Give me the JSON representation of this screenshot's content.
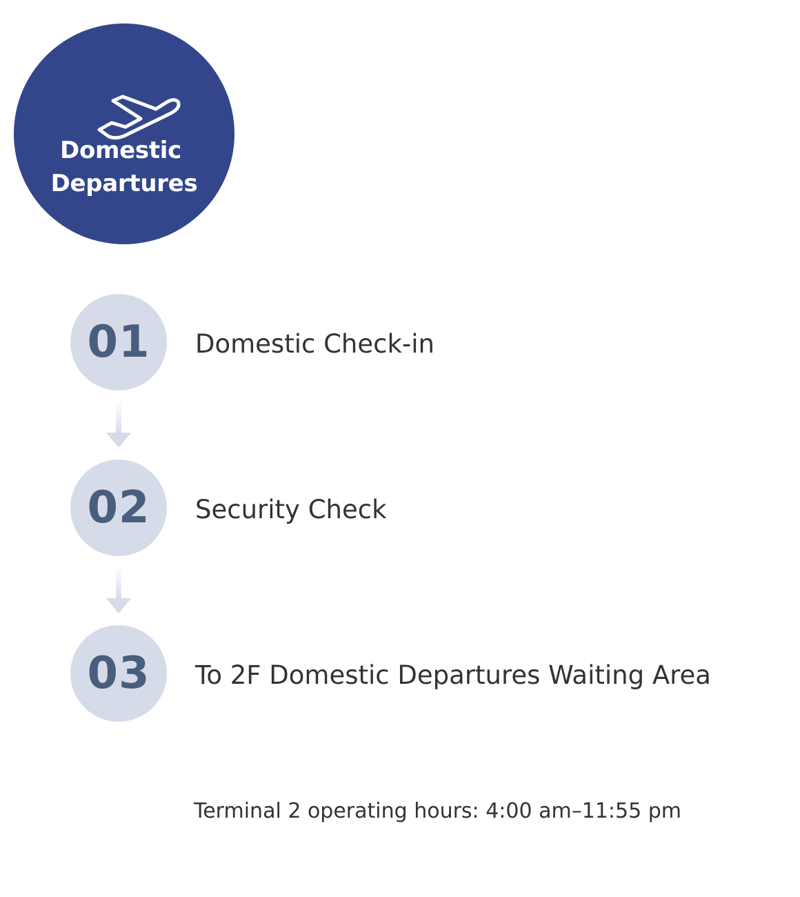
{
  "hero": {
    "icon": "airplane-takeoff-icon",
    "title_line1": "Domestic",
    "title_line2": "Departures",
    "color": "#33468b"
  },
  "steps": [
    {
      "number": "01",
      "label": "Domestic Check-in"
    },
    {
      "number": "02",
      "label": "Security Check"
    },
    {
      "number": "03",
      "label": "To 2F Domestic Departures Waiting Area"
    }
  ],
  "arrows": [
    "arrow-down-icon",
    "arrow-down-icon"
  ],
  "footer": {
    "note": "Terminal 2 operating hours: 4:00 am–11:55 pm"
  },
  "colors": {
    "step_circle": "#d6dbe9",
    "step_number": "#495e7c",
    "text": "#333333"
  }
}
